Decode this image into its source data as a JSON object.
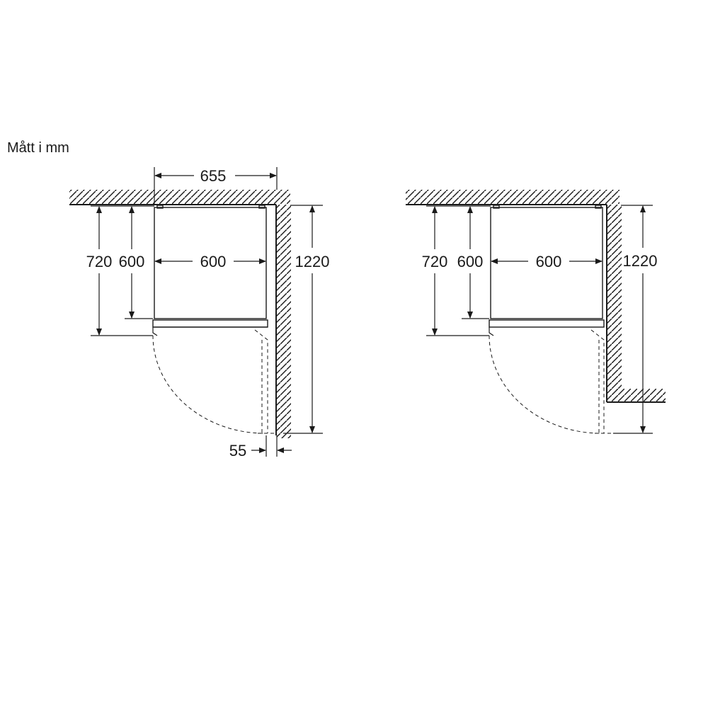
{
  "units_label": "Mått i mm",
  "left_view": {
    "width_depth_with_door": "655",
    "height_total": "720",
    "height_body": "600",
    "width": "600",
    "door_swing": "1220",
    "wall_clearance": "55"
  },
  "right_view": {
    "height_total": "720",
    "height_body": "600",
    "width": "600",
    "door_swing": "1220"
  }
}
